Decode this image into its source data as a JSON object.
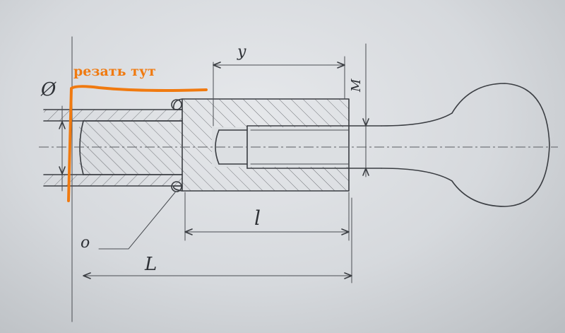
{
  "annotation": {
    "label": "резать тут",
    "color": "#f07a10"
  },
  "dimensions": {
    "diameter": "Ø",
    "thread_length": "y",
    "thread": "M",
    "bore_length": "l",
    "total_length": "L",
    "weld": "o"
  },
  "colors": {
    "ink": "#3a3d42",
    "paper": "#dcdfe2"
  }
}
